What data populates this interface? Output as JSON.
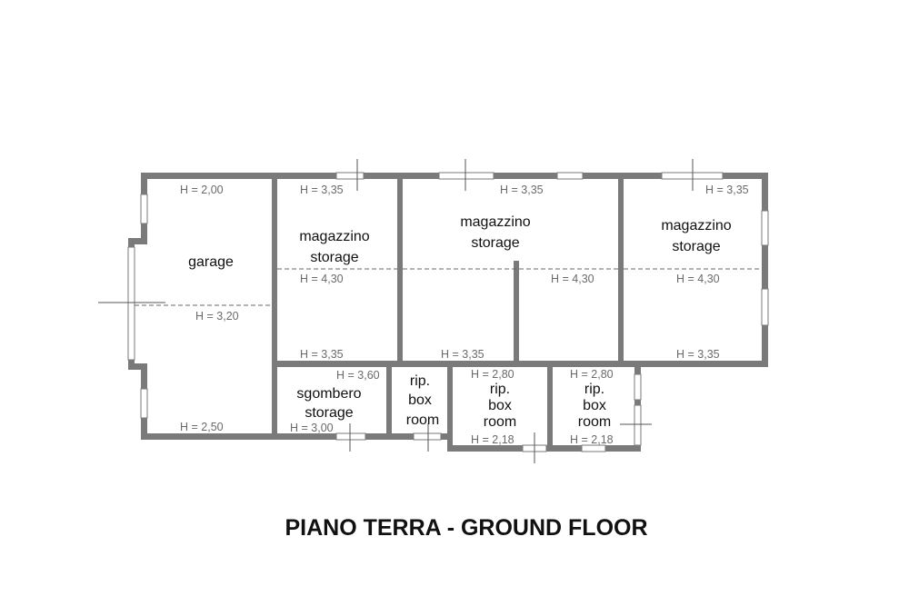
{
  "title": "PIANO TERRA - GROUND FLOOR",
  "rooms": {
    "garage": {
      "name": "garage",
      "heights": [
        "H = 2,00",
        "H = 3,20",
        "H = 2,50"
      ]
    },
    "storage1": {
      "name1": "magazzino",
      "name2": "storage",
      "heights": [
        "H = 3,35",
        "H = 4,30",
        "H = 3,35"
      ]
    },
    "storage2": {
      "name1": "magazzino",
      "name2": "storage",
      "heights": [
        "H = 3,35",
        "H = 4,30",
        "H = 3,35"
      ]
    },
    "storage3": {
      "name1": "magazzino",
      "name2": "storage",
      "heights": [
        "H = 3,35",
        "H = 4,30",
        "H = 3,35"
      ]
    },
    "sgombero": {
      "name1": "sgombero",
      "name2": "storage",
      "heights": [
        "H = 3,60",
        "H = 3,00"
      ]
    },
    "rip1": {
      "name1": "rip.",
      "name2": "box",
      "name3": "room"
    },
    "rip2": {
      "name1": "rip.",
      "name2": "box",
      "name3": "room",
      "heights": [
        "H = 2,80",
        "H = 2,18"
      ]
    },
    "rip3": {
      "name1": "rip.",
      "name2": "box",
      "name3": "room",
      "heights": [
        "H = 2,80",
        "H = 2,18"
      ]
    }
  }
}
